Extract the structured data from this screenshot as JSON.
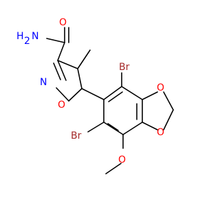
{
  "structure": {
    "colors": {
      "carbon_bond": "#000000",
      "oxygen": "#ff0000",
      "nitrogen": "#0000ff",
      "bromine": "#a52a2a",
      "background": "#ffffff"
    },
    "labels": {
      "nh2_h": "H",
      "nh2_sub": "2",
      "nh2_n": "N",
      "carbonyl_o": "O",
      "ring_n": "N",
      "ring_o": "O",
      "br_top": "Br",
      "br_bottom": "Br",
      "dioxole_o_upper": "O",
      "dioxole_o_lower": "O",
      "methoxy_o": "O"
    }
  }
}
